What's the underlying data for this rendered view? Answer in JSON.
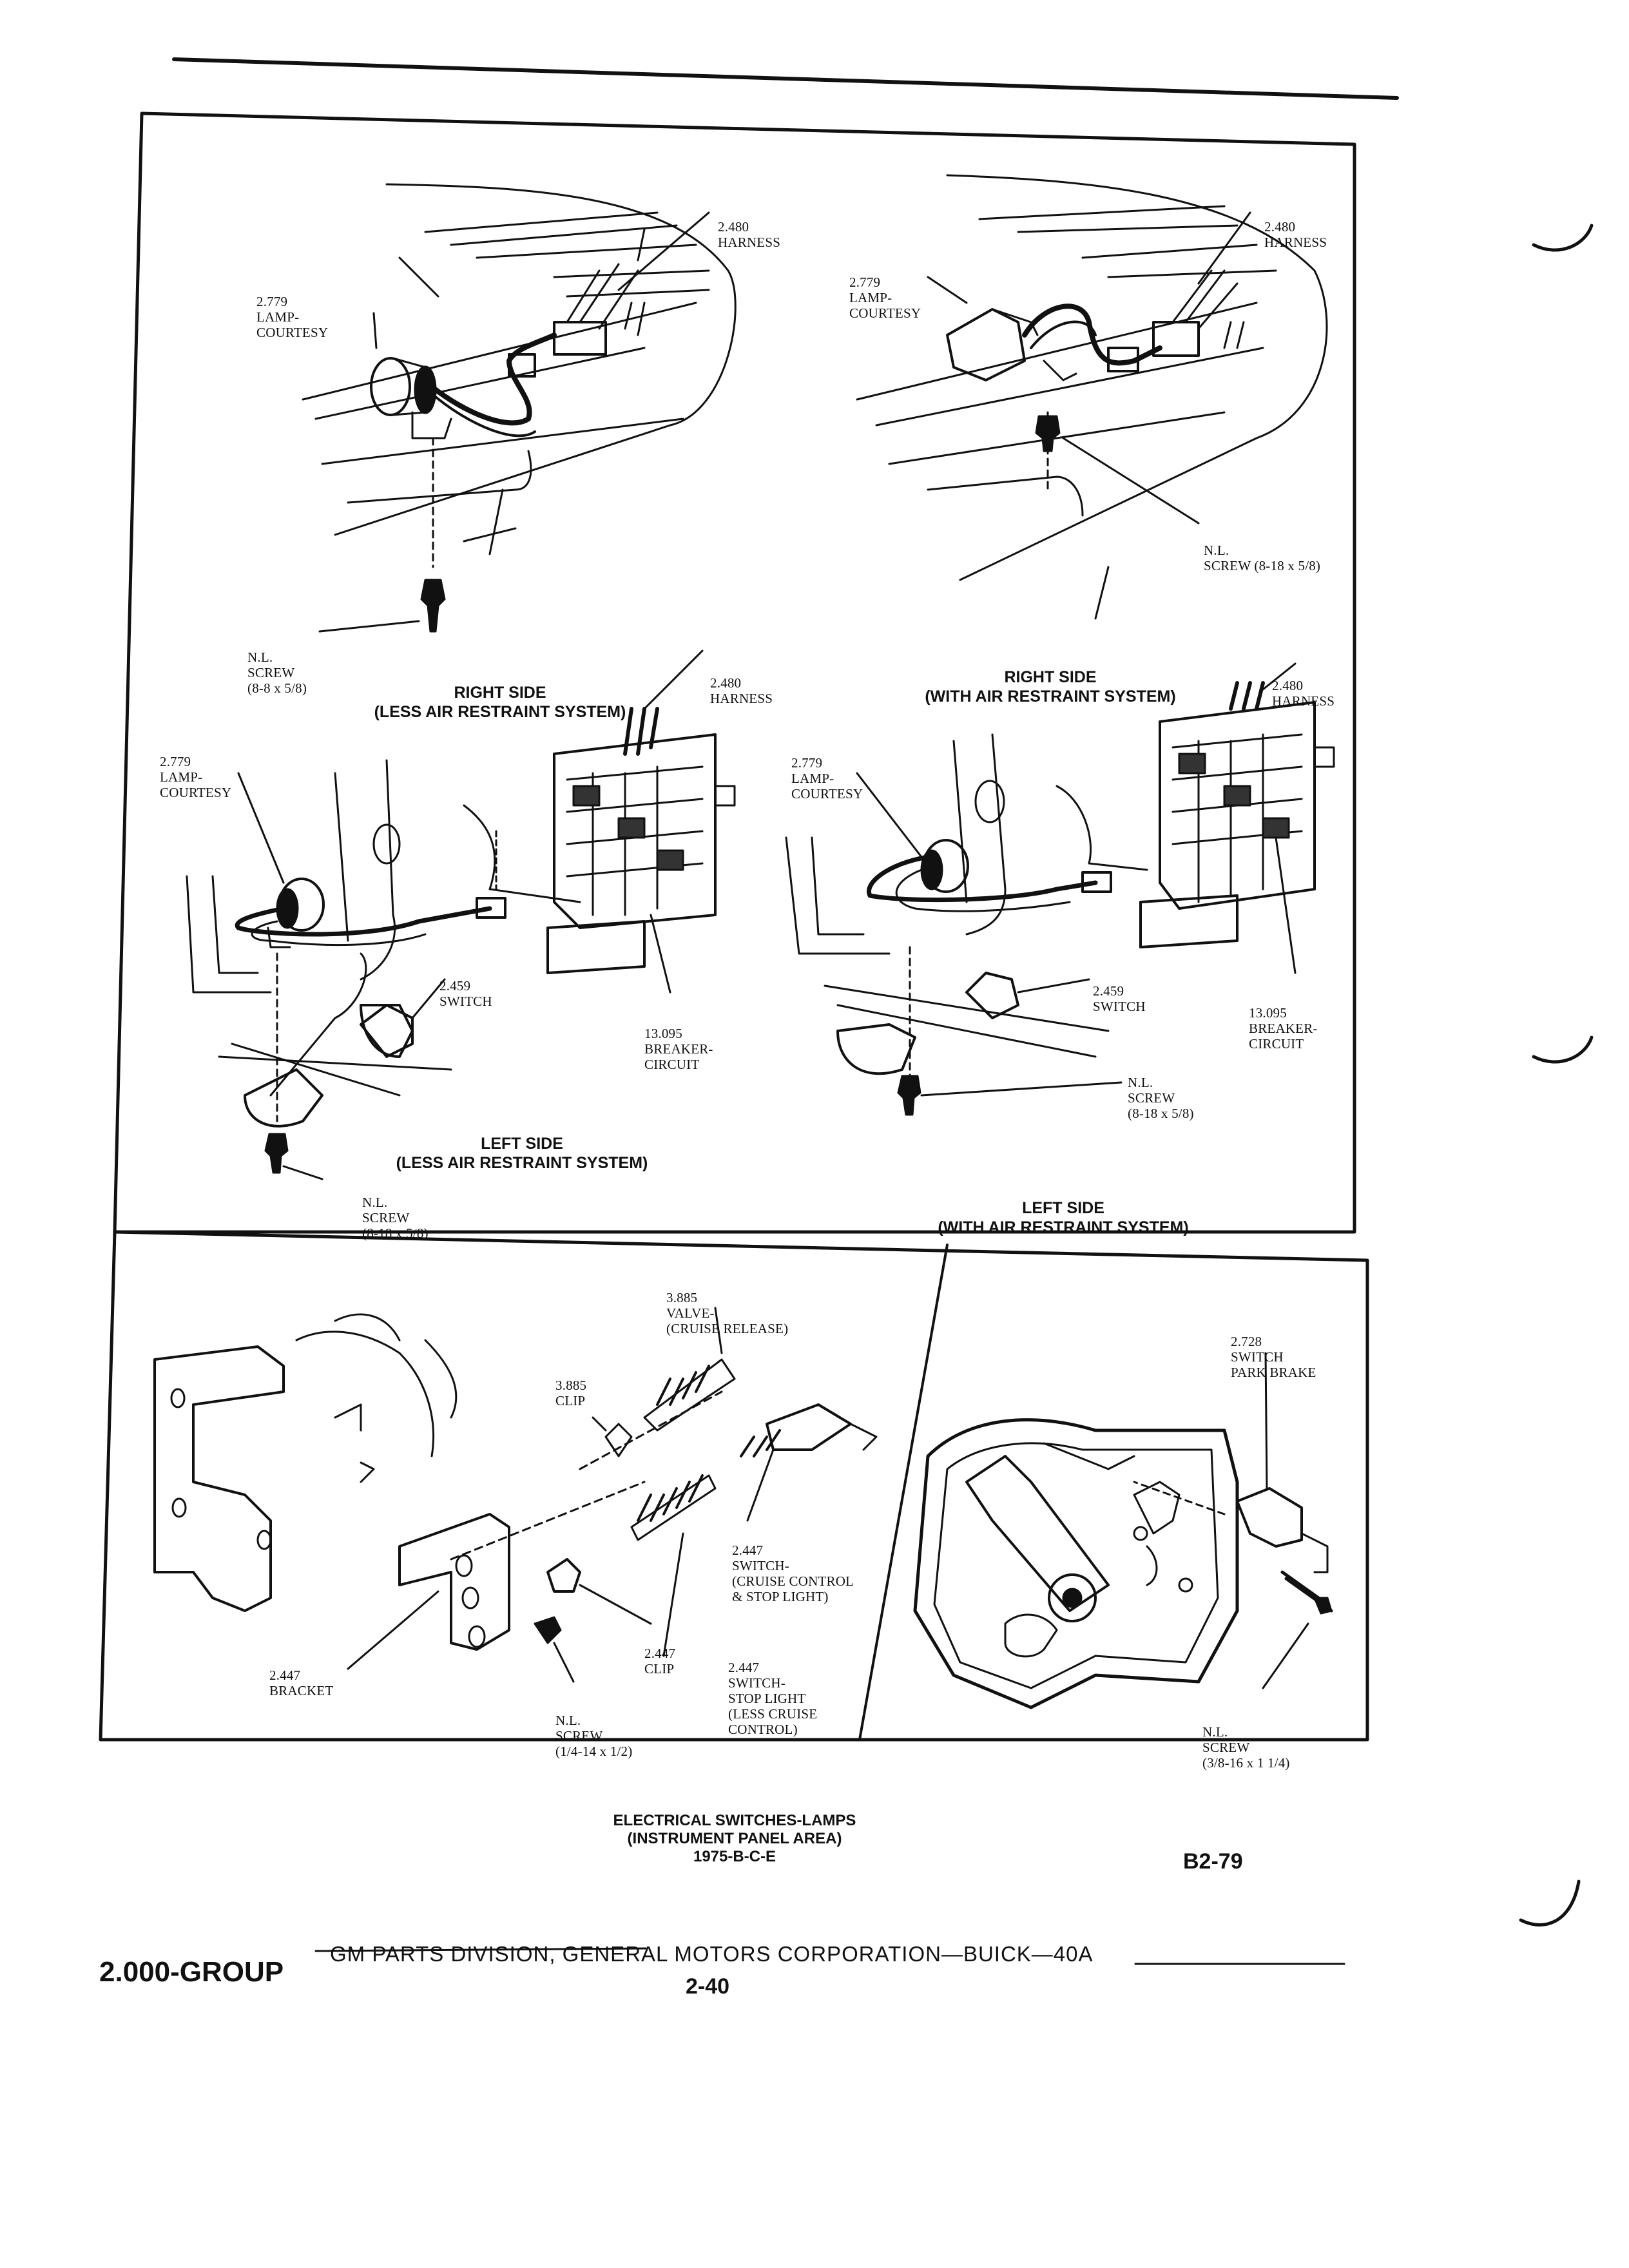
{
  "diagram": {
    "top_panel": {
      "right_less": {
        "caption": [
          "RIGHT SIDE",
          "(LESS AIR RESTRAINT SYSTEM)"
        ],
        "harness": [
          "2.480",
          "HARNESS"
        ],
        "lamp": [
          "2.779",
          "LAMP-",
          "COURTESY"
        ],
        "screw": [
          "N.L.",
          "SCREW",
          "(8-8 x 5/8)"
        ]
      },
      "right_with": {
        "caption": [
          "RIGHT SIDE",
          "(WITH AIR RESTRAINT SYSTEM)"
        ],
        "harness": [
          "2.480",
          "HARNESS"
        ],
        "lamp": [
          "2.779",
          "LAMP-",
          "COURTESY"
        ],
        "screw": [
          "N.L.",
          "SCREW (8-18 x 5/8)"
        ]
      },
      "left_less": {
        "caption": [
          "LEFT SIDE",
          "(LESS AIR RESTRAINT SYSTEM)"
        ],
        "harness": [
          "2.480",
          "HARNESS"
        ],
        "lamp": [
          "2.779",
          "LAMP-",
          "COURTESY"
        ],
        "switch": [
          "2.459",
          "SWITCH"
        ],
        "breaker": [
          "13.095",
          "BREAKER-",
          "CIRCUIT"
        ],
        "screw": [
          "N.L.",
          "SCREW",
          "(8-18 x 5/8)"
        ]
      },
      "left_with": {
        "caption": [
          "LEFT SIDE",
          "(WITH AIR RESTRAINT SYSTEM)"
        ],
        "harness": [
          "2.480",
          "HARNESS"
        ],
        "lamp": [
          "2.779",
          "LAMP-",
          "COURTESY"
        ],
        "switch": [
          "2.459",
          "SWITCH"
        ],
        "breaker": [
          "13.095",
          "BREAKER-",
          "CIRCUIT"
        ],
        "screw": [
          "N.L.",
          "SCREW",
          "(8-18 x 5/8)"
        ]
      }
    },
    "bottom_left": {
      "valve": [
        "3.885",
        "VALVE-",
        "(CRUISE RELEASE)"
      ],
      "clip_top": [
        "3.885",
        "CLIP"
      ],
      "switch_cruise": [
        "2.447",
        "SWITCH-",
        "(CRUISE CONTROL",
        "& STOP LIGHT)"
      ],
      "clip": [
        "2.447",
        "CLIP"
      ],
      "switch_stop": [
        "2.447",
        "SWITCH-",
        "STOP LIGHT",
        "(LESS CRUISE",
        "CONTROL)"
      ],
      "bracket": [
        "2.447",
        "BRACKET"
      ],
      "screw": [
        "N.L.",
        "SCREW",
        "(1/4-14 x 1/2)"
      ]
    },
    "bottom_right": {
      "switch": [
        "2.728",
        "SWITCH",
        "PARK BRAKE"
      ],
      "screw": [
        "N.L.",
        "SCREW",
        "(3/8-16 x 1 1/4)"
      ]
    },
    "caption": [
      "ELECTRICAL SWITCHES-LAMPS",
      "(INSTRUMENT PANEL AREA)",
      "1975-B-C-E"
    ],
    "code": "B2-79"
  },
  "footer": {
    "group": "2.000-GROUP",
    "line": "GM PARTS DIVISION, GENERAL MOTORS CORPORATION—BUICK—40A",
    "page": "2-40"
  }
}
